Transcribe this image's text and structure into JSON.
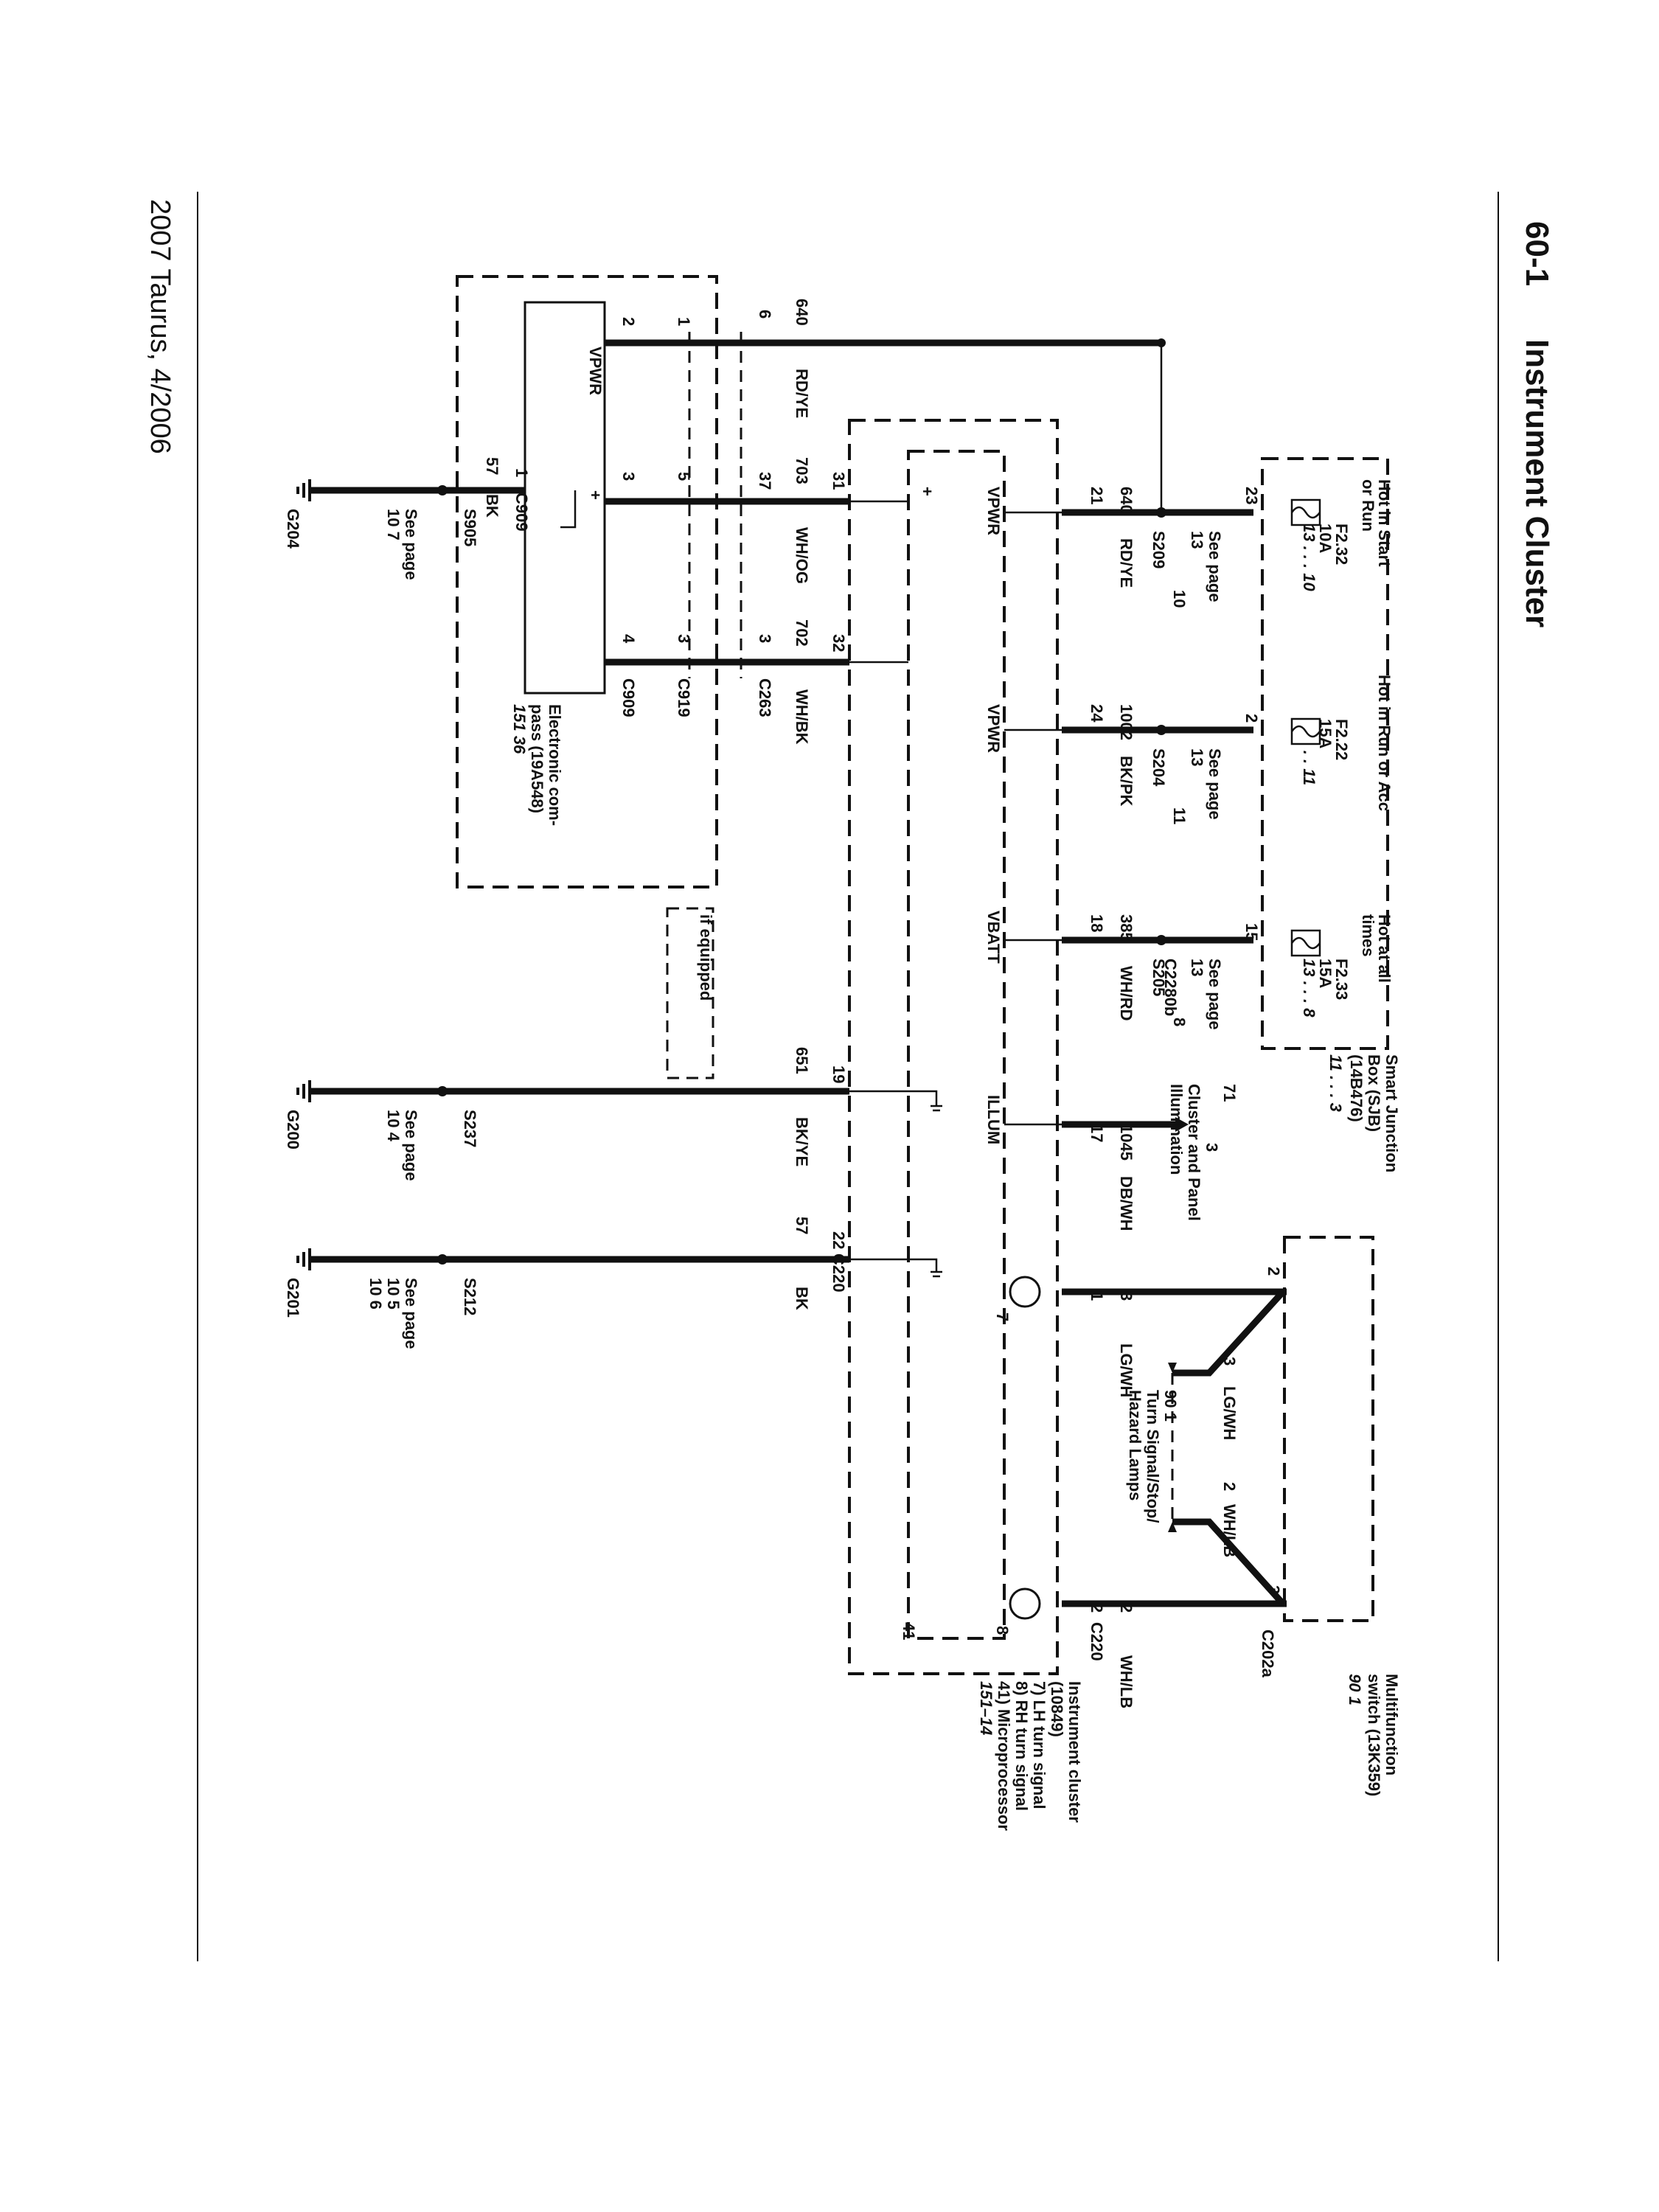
{
  "page": {
    "number": "60-1",
    "title": "Instrument Cluster",
    "footer": "2007 Taurus, 4/2006"
  },
  "sjb": {
    "name_line1": "Smart Junction",
    "name_line2": "Box (SJB)",
    "name_line3": "(14B476)",
    "ref": "11 . . . 3",
    "fuses": [
      {
        "hot": "Hot in Start",
        "hot2": "or Run",
        "fuse": "F2.32",
        "amp": "10A",
        "ref": "13 . . . 10",
        "pin": "23"
      },
      {
        "hot": "Hot in Run or Acc",
        "hot2": "",
        "fuse": "F2.22",
        "amp": "15A",
        "ref": "13 . . . 11",
        "pin": "2"
      },
      {
        "hot": "Hot at all",
        "hot2": "times",
        "fuse": "F2.33",
        "amp": "15A",
        "ref": "13 . . . 8",
        "pin": "15"
      }
    ],
    "connector": "C2280b"
  },
  "splices": [
    {
      "id": "S209",
      "see": "See page",
      "page": "13",
      "num": "10"
    },
    {
      "id": "S204",
      "see": "See page",
      "page": "13",
      "num": "11"
    },
    {
      "id": "S205",
      "see": "See page",
      "page": "13",
      "num": "8"
    }
  ],
  "wires": {
    "w640": {
      "circuit": "640",
      "color": "RD/YE",
      "pin": "21"
    },
    "w1002": {
      "circuit": "1002",
      "color": "BK/PK",
      "pin": "24"
    },
    "w385": {
      "circuit": "385",
      "color": "WH/RD",
      "pin": "18"
    },
    "w1045": {
      "circuit": "1045",
      "color": "DB/WH",
      "pin": "17"
    },
    "wlg": {
      "circuit": "3",
      "color": "LG/WH",
      "pin": "1"
    },
    "wwh": {
      "circuit": "2",
      "color": "WH/LB",
      "pin": "2"
    }
  },
  "cluster_illum": {
    "num": "71",
    "num2": "3",
    "line1": "Cluster and Panel",
    "line2": "Illumination"
  },
  "multifunction": {
    "line1": "Multifunction",
    "line2": "switch (13K359)",
    "ref": "90     1",
    "pin_left": "2",
    "pin_right": "3",
    "connector": "C202a"
  },
  "turn_signal": {
    "ref": "90     1",
    "line1": "Turn Signal/Stop/",
    "line2": "Hazard Lamps",
    "left_pin": "3",
    "left_color": "LG/WH",
    "right_pin": "2",
    "right_color": "WH/LB"
  },
  "cluster": {
    "line1": "Instrument cluster",
    "line2": "(10849)",
    "item7": "7)  LH turn signal",
    "item8": "8)  RH turn signal",
    "item41": "41) Microprocessor",
    "ref": "151–14",
    "connector": "C220",
    "inner_vpwr1": "VPWR",
    "inner_vpwr2": "VPWR",
    "inner_vbatt": "VBATT",
    "inner_illum": "ILLUM",
    "lamp7": "7",
    "lamp8": "8",
    "micro": "41",
    "plus": "+"
  },
  "compass": {
    "line1": "Electronic com-",
    "line2": "pass (19A548)",
    "ref": "151     36",
    "vpwr": "VPWR",
    "plus": "+",
    "pin_a": "2",
    "pin_b": "4",
    "conn_top": "C909",
    "conn_bot": "C909",
    "pin_gnd": "1"
  },
  "compass_wires": {
    "w640": {
      "circuit": "640",
      "color": "RD/YE",
      "pin_c263": "6",
      "pin_c919": "1"
    },
    "w703": {
      "circuit": "703",
      "color": "WH/OG",
      "pin_c220": "31",
      "pin_c263": "37",
      "pin_c919": "5",
      "pin_c909": "3"
    },
    "w702": {
      "circuit": "702",
      "color": "WH/BK",
      "pin_c220": "32",
      "pin_c263": "3",
      "pin_c919": "3",
      "pin_c909": "4"
    },
    "c263": "C263",
    "c919": "C919"
  },
  "optional": "if equipped",
  "grounds": [
    {
      "circuit": "57",
      "color": "BK",
      "splice": "S905",
      "see": "See page",
      "ref": "10     7",
      "ground": "G204"
    },
    {
      "circuit": "651",
      "color": "BK/YE",
      "pin": "19",
      "splice": "S237",
      "see": "See page",
      "ref": "10     4",
      "ground": "G200"
    },
    {
      "circuit": "57",
      "color": "BK",
      "pin": "22",
      "splice": "S212",
      "see": "See page",
      "ref": "10     5",
      "ref2": "10     6",
      "ground": "G201",
      "conn": "C220"
    }
  ]
}
